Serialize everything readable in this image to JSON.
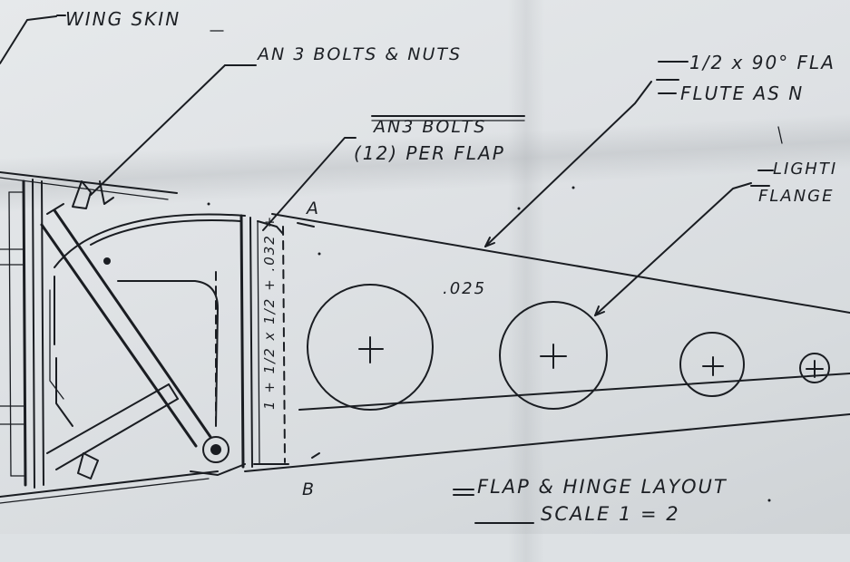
{
  "labels": {
    "wing_skin": "WING SKIN",
    "an3_bolts_nuts": "AN 3  BOLTS & NUTS",
    "an3_bolts": "AN3 BOLTS",
    "per_flap": "(12) PER FLAP",
    "flange": "1/2 x 90° FLA",
    "flute": "FLUTE AS N",
    "lightening": "LIGHTI",
    "flange2": "FLANGE",
    "point_a": "A",
    "point_b": "B",
    "thickness": ".025",
    "spar_dim": "1 + 1/2 x 1/2 + .032 +",
    "title": "FLAP & HINGE LAYOUT",
    "scale": "SCALE  1 = 2"
  }
}
